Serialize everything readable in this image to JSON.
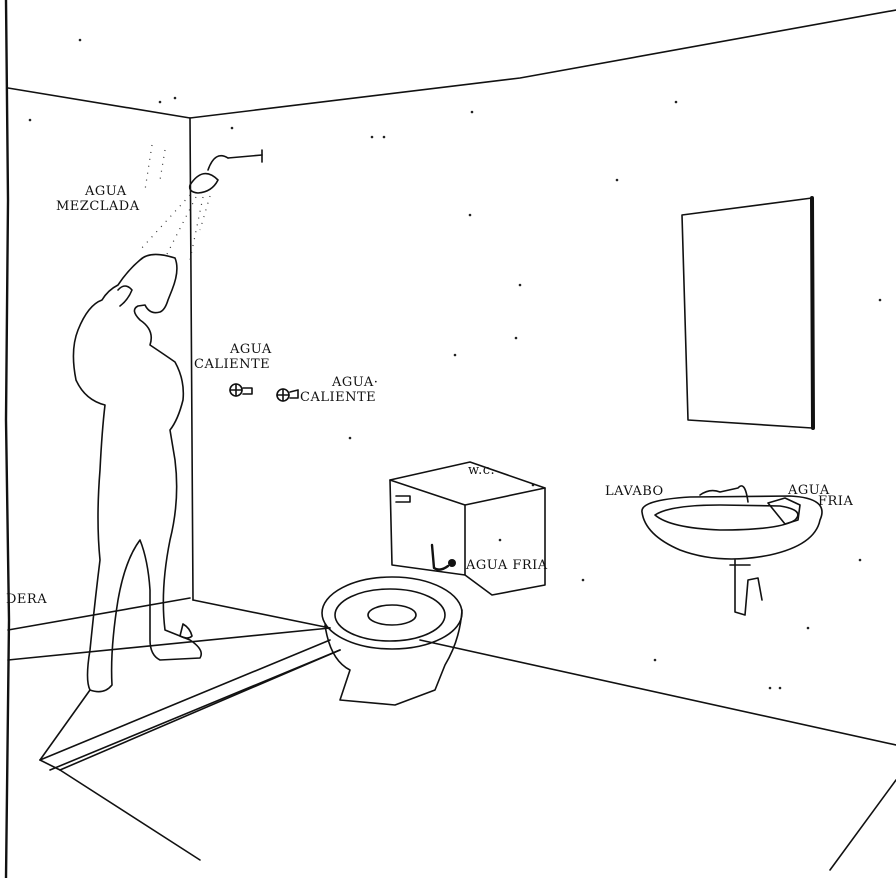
{
  "labels": {
    "agua_mezclada_line1": "AGUA",
    "agua_mezclada_line2": "MEZCLADA",
    "agua_caliente_left_line1": "AGUA",
    "agua_caliente_left_line2": "CALIENTE",
    "agua_caliente_right_line1": "AGUA·",
    "agua_caliente_right_line2": "CALIENTE",
    "wc": "w.c.",
    "agua_fria_wc": "AGUA FRIA",
    "lavabo": "LAVABO",
    "agua_fria_lavabo_line1": "AGUA",
    "agua_fria_lavabo_line2": "FRIA",
    "regadera_partial": "DERA"
  }
}
